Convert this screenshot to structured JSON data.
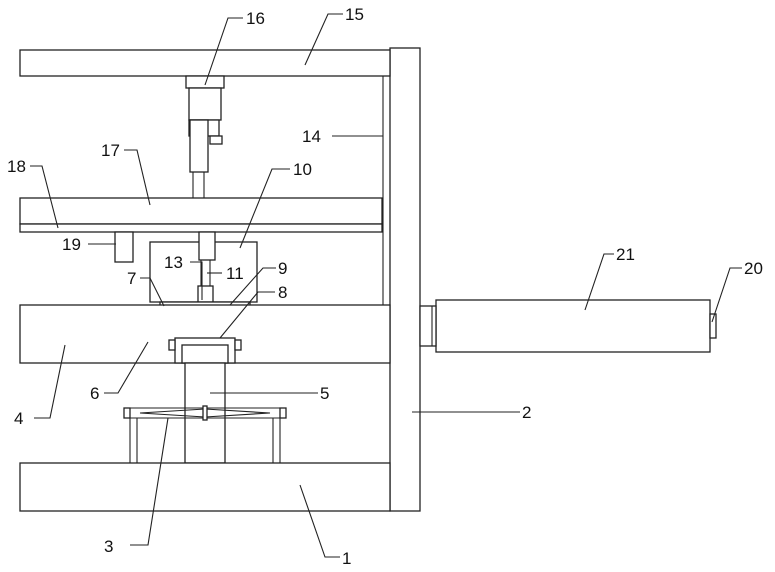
{
  "labels": [
    {
      "id": "l1",
      "text": "1"
    },
    {
      "id": "l2",
      "text": "2"
    },
    {
      "id": "l3",
      "text": "3"
    },
    {
      "id": "l4",
      "text": "4"
    },
    {
      "id": "l5",
      "text": "5"
    },
    {
      "id": "l6",
      "text": "6"
    },
    {
      "id": "l7",
      "text": "7"
    },
    {
      "id": "l8",
      "text": "8"
    },
    {
      "id": "l9",
      "text": "9"
    },
    {
      "id": "l10",
      "text": "10"
    },
    {
      "id": "l11",
      "text": "11"
    },
    {
      "id": "l13",
      "text": "13"
    },
    {
      "id": "l14",
      "text": "14"
    },
    {
      "id": "l15",
      "text": "15"
    },
    {
      "id": "l16",
      "text": "16"
    },
    {
      "id": "l17",
      "text": "17"
    },
    {
      "id": "l18",
      "text": "18"
    },
    {
      "id": "l19",
      "text": "19"
    },
    {
      "id": "l20",
      "text": "20"
    },
    {
      "id": "l21",
      "text": "21"
    }
  ]
}
